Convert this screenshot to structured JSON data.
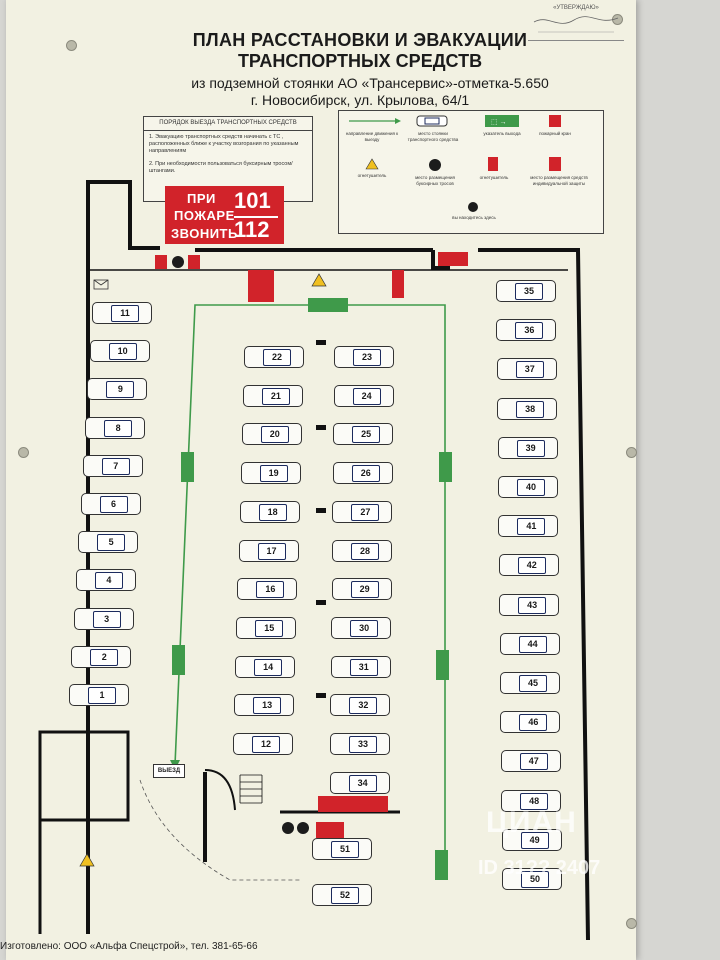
{
  "stamp": {
    "title": "«УТВЕРЖДАЮ»"
  },
  "title": {
    "line1": "ПЛАН РАССТАНОВКИ И ЭВАКУАЦИИ",
    "line2": "ТРАНСПОРТНЫХ СРЕДСТВ",
    "subtitle1": "из подземной стоянки АО «Трансервис»-отметка-5.650",
    "subtitle2": "г. Новосибирск, ул. Крылова, 64/1"
  },
  "order_box": {
    "title": "ПОРЯДОК ВЫЕЗДА ТРАНСПОРТНЫХ СРЕДСТВ",
    "item1": "1. Эвакуацию транспортных средств начинать с ТС , расположенных ближе к участку возгорания по указанным направлениям",
    "item2": "2. При необходимости пользоваться буксирным тросом/штангами."
  },
  "legend": {
    "evac_direction": "направление движения к выезду",
    "vehicle_place": "место стоянки транспортного средства",
    "exit_sign": "указатель выхода",
    "fire_valve": "пожарный кран",
    "caution": "огнетушитель",
    "tow_place": "место размещения буксирных тросов",
    "extinguisher": "огнетушитель",
    "cart": "место размещения средств индивидуальной защиты",
    "you_are_here": "вы находитесь здесь"
  },
  "fire_sign": {
    "line1": "ПРИ",
    "line2": "ПОЖАРЕ",
    "line3": "ЗВОНИТЬ",
    "num1": "101",
    "num2": "112"
  },
  "exit_label": "ВЫЕЗД",
  "footer": "Изготовлено: ООО «Альфа Спецстрой», тел. 381-65-66",
  "watermark": {
    "brand": "ЦИАН",
    "id": "ID 31?? 2407"
  },
  "parking": {
    "left_column": [
      "11",
      "10",
      "9",
      "8",
      "7",
      "6",
      "5",
      "4",
      "3",
      "2",
      "1"
    ],
    "center_left": [
      "22",
      "21",
      "20",
      "19",
      "18",
      "17",
      "16",
      "15",
      "14",
      "13",
      "12"
    ],
    "center_right": [
      "23",
      "24",
      "25",
      "26",
      "27",
      "28",
      "29",
      "30",
      "31",
      "32",
      "33",
      "34"
    ],
    "bottom_center": [
      "51",
      "52"
    ],
    "right_column": [
      "35",
      "36",
      "37",
      "38",
      "39",
      "40",
      "41",
      "42",
      "43",
      "44",
      "45",
      "46",
      "47",
      "48",
      "49",
      "50"
    ]
  },
  "colors": {
    "fire_red": "#d1232a",
    "exit_green": "#3f9a4a",
    "wall": "#111111",
    "slot_border": "#1c2b5e"
  }
}
